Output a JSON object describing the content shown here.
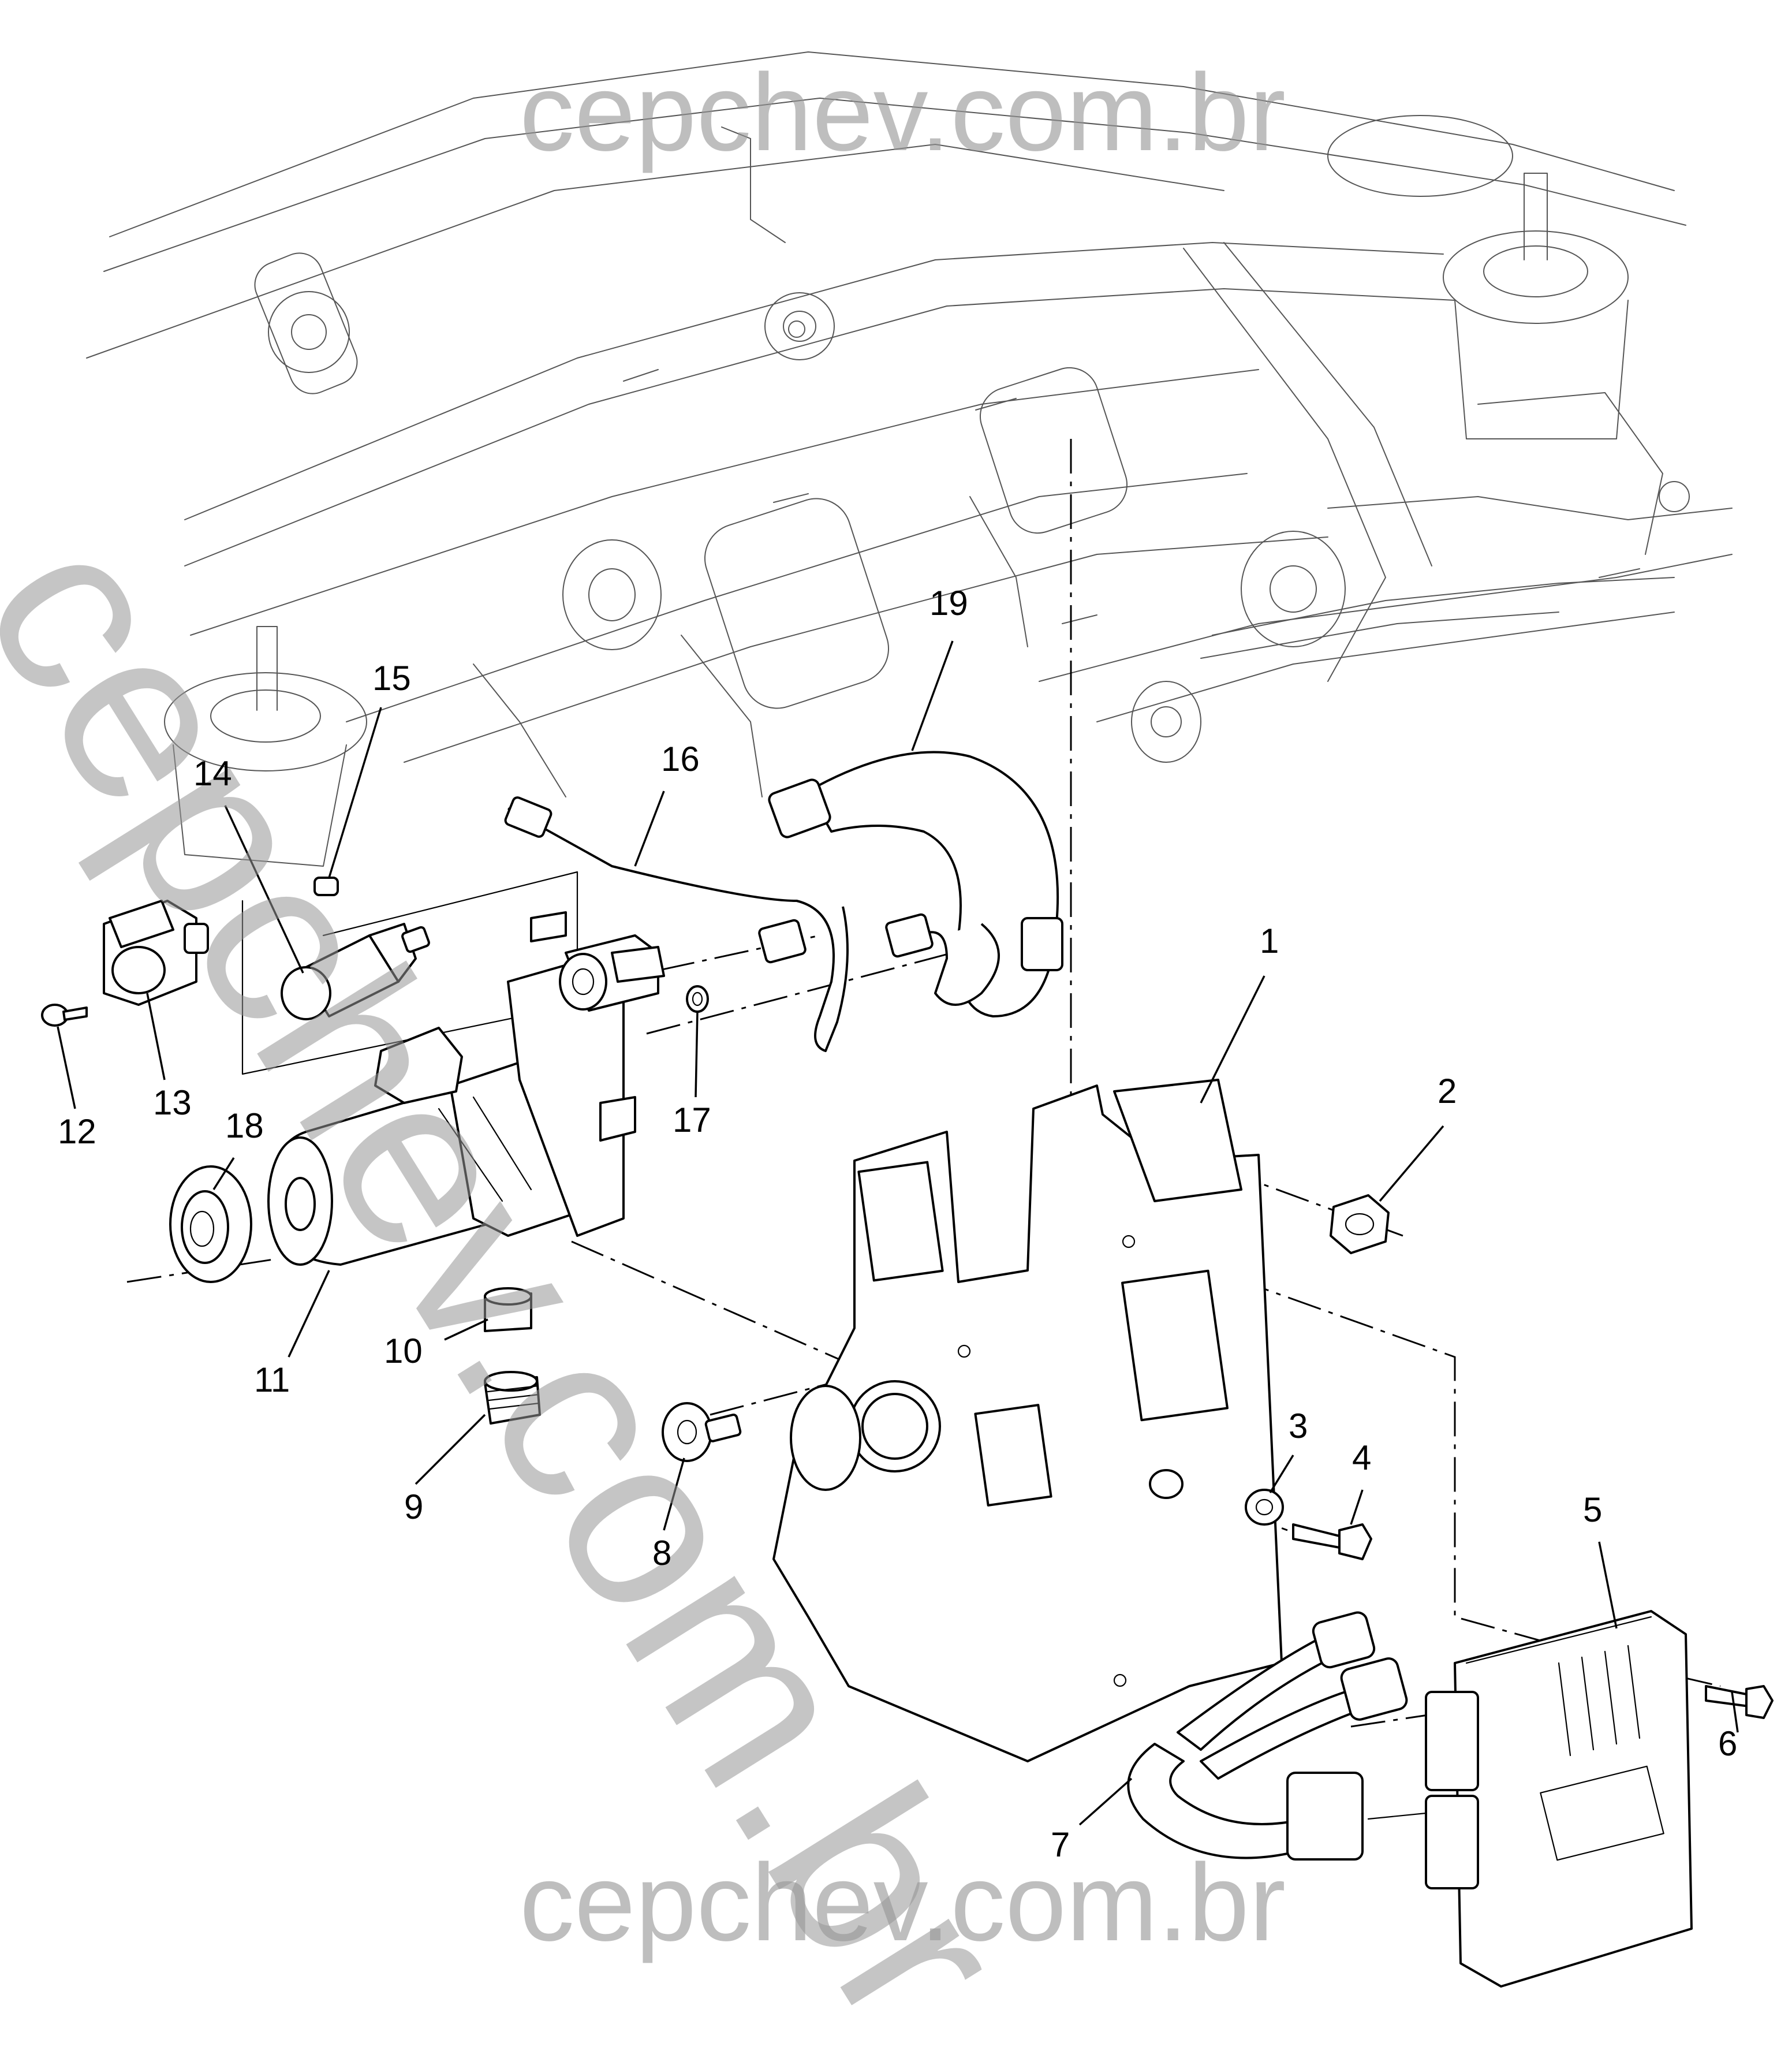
{
  "watermark": {
    "top": "cepchev.com.br",
    "bottom": "cepchev.com.br",
    "diagonal": "cepchev.com.br"
  },
  "callouts": [
    {
      "id": "1",
      "label": "1"
    },
    {
      "id": "2",
      "label": "2"
    },
    {
      "id": "3",
      "label": "3"
    },
    {
      "id": "4",
      "label": "4"
    },
    {
      "id": "5",
      "label": "5"
    },
    {
      "id": "6",
      "label": "6"
    },
    {
      "id": "7",
      "label": "7"
    },
    {
      "id": "8",
      "label": "8"
    },
    {
      "id": "9",
      "label": "9"
    },
    {
      "id": "10",
      "label": "10"
    },
    {
      "id": "11",
      "label": "11"
    },
    {
      "id": "12",
      "label": "12"
    },
    {
      "id": "13",
      "label": "13"
    },
    {
      "id": "14",
      "label": "14"
    },
    {
      "id": "15",
      "label": "15"
    },
    {
      "id": "16",
      "label": "16"
    },
    {
      "id": "17",
      "label": "17"
    },
    {
      "id": "18",
      "label": "18"
    },
    {
      "id": "19",
      "label": "19"
    }
  ]
}
